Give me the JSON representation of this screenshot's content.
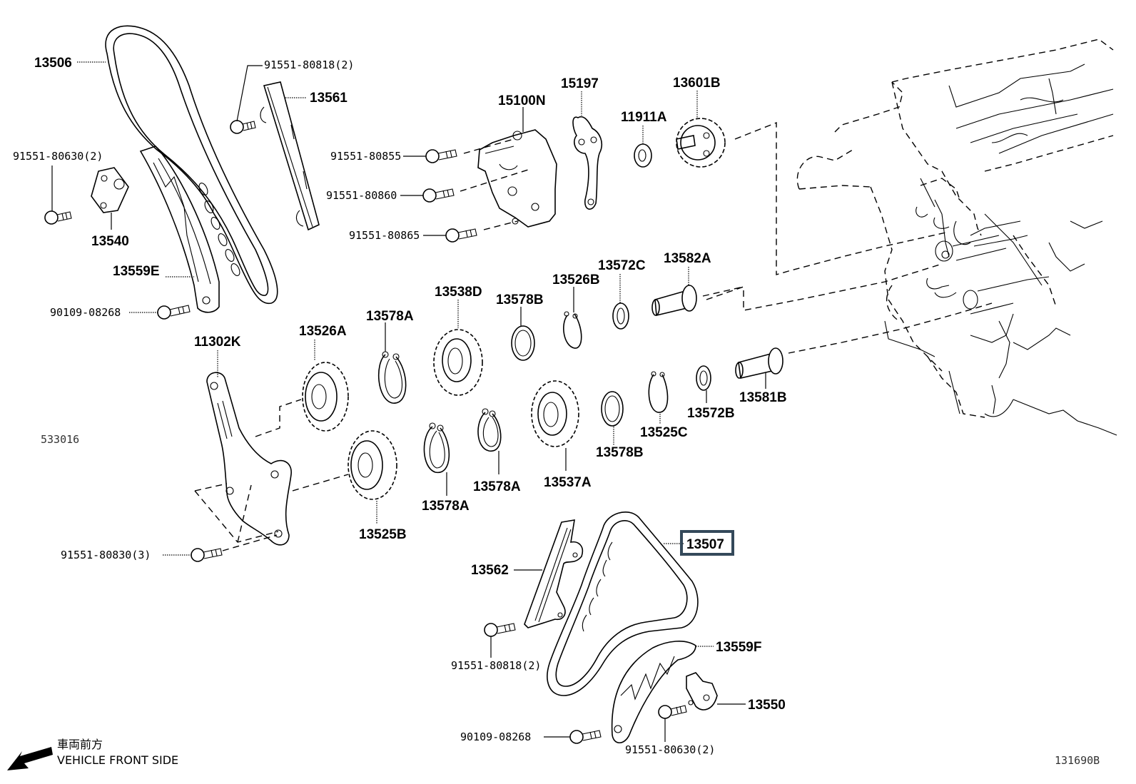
{
  "diagram": {
    "title_code": "131690B",
    "figure_code": "533016",
    "orientation": {
      "japanese": "車両前方",
      "english": "VEHICLE FRONT SIDE",
      "arrow_icon": "arrow-down-left-icon"
    },
    "highlighted_part": "13507",
    "highlight_color": "#34495a"
  },
  "parts": {
    "p13506": "13506",
    "p13561": "13561",
    "p13540": "13540",
    "p13559E": "13559E",
    "p15100N": "15100N",
    "p15197": "15197",
    "p11911A": "11911A",
    "p13601B": "13601B",
    "p13582A": "13582A",
    "p13572C": "13572C",
    "p13526B": "13526B",
    "p13578B_top": "13578B",
    "p13538D": "13538D",
    "p13578A_top": "13578A",
    "p13526A": "13526A",
    "p11302K": "11302K",
    "p13581B": "13581B",
    "p13572B": "13572B",
    "p13525C": "13525C",
    "p13578B_bot": "13578B",
    "p13537A": "13537A",
    "p13578A_mid": "13578A",
    "p13578A_bot": "13578A",
    "p13525B": "13525B",
    "p13507": "13507",
    "p13562": "13562",
    "p13559F": "13559F",
    "p13550": "13550"
  },
  "bolts": {
    "b1": "91551-80818(2)",
    "b2": "91551-80630(2)",
    "b3": "90109-08268",
    "b4": "91551-80855",
    "b5": "91551-80860",
    "b6": "91551-80865",
    "b7": "91551-80830(3)",
    "b8": "91551-80818(2)",
    "b9": "90109-08268",
    "b10": "91551-80630(2)"
  }
}
